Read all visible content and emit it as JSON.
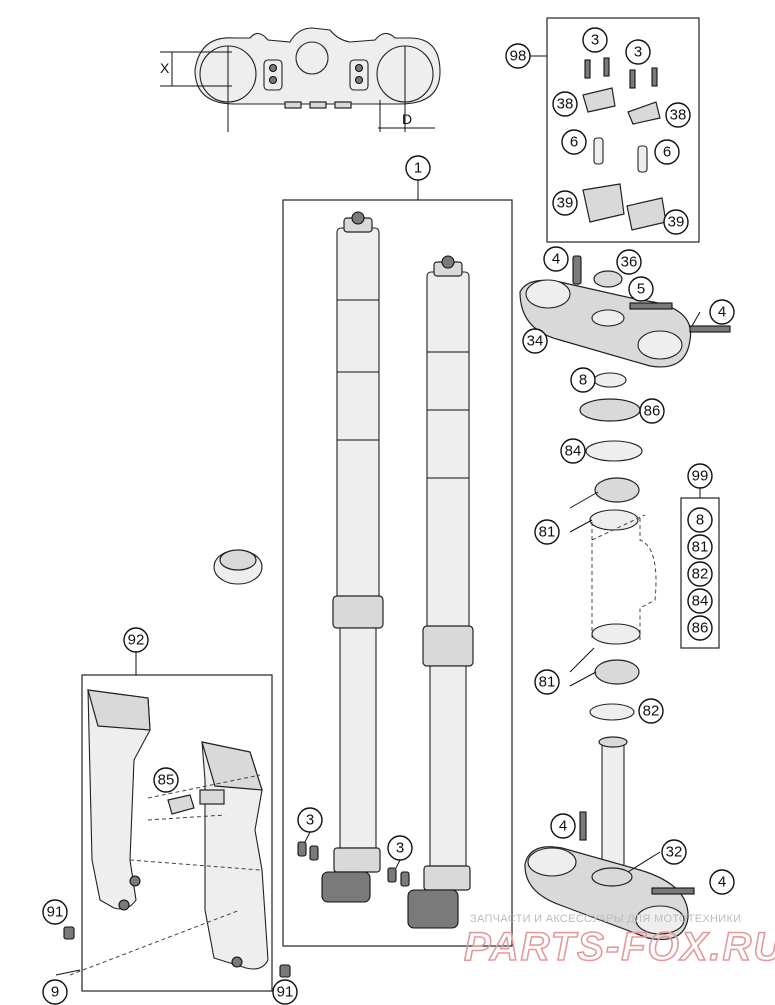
{
  "dimensions": {
    "x_label": "X",
    "d_label": "D"
  },
  "callouts": {
    "c1": "1",
    "c3a": "3",
    "c3b": "3",
    "c3c": "3",
    "c3d": "3",
    "c4a": "4",
    "c4b": "4",
    "c4c": "4",
    "c4d": "4",
    "c5": "5",
    "c6a": "6",
    "c6b": "6",
    "c8": "8",
    "c9": "9",
    "c32": "32",
    "c34": "34",
    "c36": "36",
    "c38a": "38",
    "c38b": "38",
    "c39a": "39",
    "c39b": "39",
    "c81a": "81",
    "c81b": "81",
    "c82": "82",
    "c84": "84",
    "c85": "85",
    "c86": "86",
    "c91a": "91",
    "c91b": "91",
    "c92": "92",
    "c98": "98",
    "c99": "99"
  },
  "kit99": {
    "items": [
      "8",
      "81",
      "82",
      "84",
      "86"
    ]
  },
  "watermark": {
    "line1": "ЗАПЧАСТИ И АКСЕССУАРЫ ДЛЯ МОТОТЕХНИКИ",
    "line2": "PARTS-FOX.RU"
  }
}
